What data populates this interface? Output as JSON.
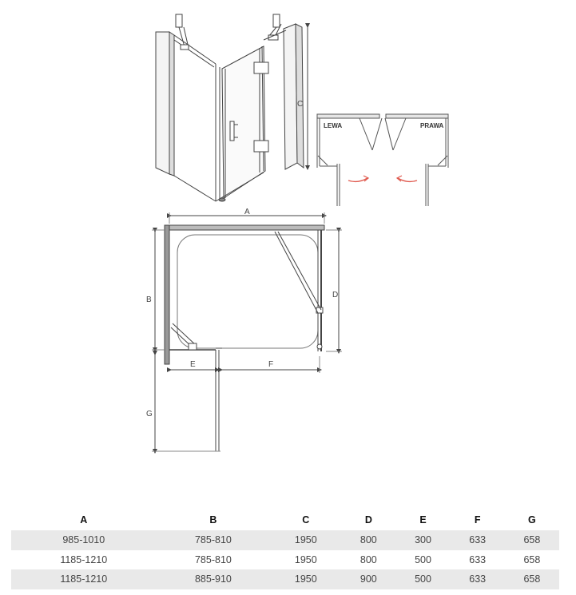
{
  "diagram": {
    "iso_dim_c": "C",
    "variant_left": "LEWA",
    "variant_right": "PRAWA",
    "plan_dims": {
      "a": "A",
      "b": "B",
      "d": "D",
      "e": "E",
      "f": "F",
      "g": "G"
    }
  },
  "table": {
    "headers": [
      "A",
      "B",
      "C",
      "D",
      "E",
      "F",
      "G"
    ],
    "rows": [
      [
        "985-1010",
        "785-810",
        "1950",
        "800",
        "300",
        "633",
        "658"
      ],
      [
        "1185-1210",
        "785-810",
        "1950",
        "800",
        "500",
        "633",
        "658"
      ],
      [
        "1185-1210",
        "885-910",
        "1950",
        "900",
        "500",
        "633",
        "658"
      ]
    ]
  },
  "colors": {
    "line": "#444444",
    "accent": "#e05a4f",
    "row_shade": "#e9e9e9"
  }
}
